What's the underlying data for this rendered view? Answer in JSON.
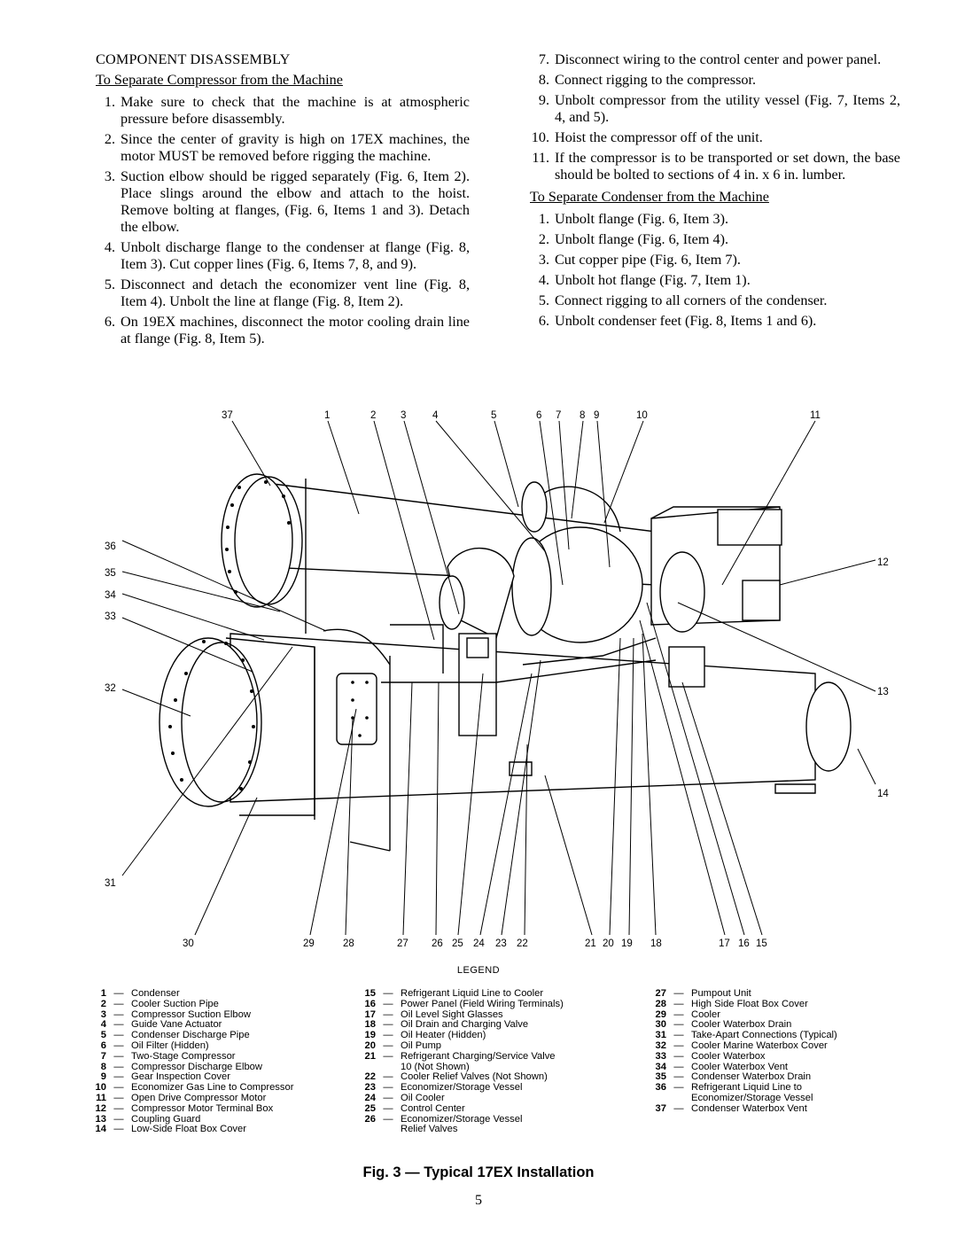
{
  "left": {
    "heading": "COMPONENT DISASSEMBLY",
    "subheading": "To Separate Compressor from the Machine",
    "steps": [
      {
        "num": "1.",
        "text": "Make sure to check that the machine is at atmospheric pressure before disassembly."
      },
      {
        "num": "2.",
        "text": "Since the center of gravity is high on 17EX machines, the motor MUST be removed before rigging the machine."
      },
      {
        "num": "3.",
        "text": "Suction elbow should be rigged separately (Fig. 6, Item 2). Place slings around the elbow and attach to the hoist. Remove bolting at flanges, (Fig. 6, Items 1 and 3). Detach the elbow."
      },
      {
        "num": "4.",
        "text": "Unbolt discharge flange to the condenser at flange (Fig. 8, Item 3). Cut copper lines (Fig. 6, Items 7, 8, and 9)."
      },
      {
        "num": "5.",
        "text": "Disconnect and detach the economizer vent line (Fig. 8, Item 4). Unbolt the line at flange (Fig. 8, Item 2)."
      },
      {
        "num": "6.",
        "text": "On 19EX machines, disconnect the motor cooling drain line at flange (Fig. 8, Item 5)."
      }
    ]
  },
  "right": {
    "steps_a": [
      {
        "num": "7.",
        "text": "Disconnect wiring to the control center and power panel."
      },
      {
        "num": "8.",
        "text": "Connect rigging to the compressor."
      },
      {
        "num": "9.",
        "text": "Unbolt compressor from the utility vessel (Fig. 7, Items 2, 4, and 5)."
      },
      {
        "num": "10.",
        "text": "Hoist the compressor off of the unit."
      },
      {
        "num": "11.",
        "text": "If the compressor is to be transported or set down, the base should be bolted to sections of 4 in. x 6 in. lumber."
      }
    ],
    "subheading": "To Separate Condenser from the Machine",
    "steps_b": [
      {
        "num": "1.",
        "text": "Unbolt flange (Fig. 6, Item 3)."
      },
      {
        "num": "2.",
        "text": "Unbolt flange (Fig. 6, Item 4)."
      },
      {
        "num": "3.",
        "text": "Cut copper pipe (Fig. 6, Item 7)."
      },
      {
        "num": "4.",
        "text": "Unbolt hot flange (Fig. 7, Item 1)."
      },
      {
        "num": "5.",
        "text": "Connect rigging to all corners of the condenser."
      },
      {
        "num": "6.",
        "text": "Unbolt condenser feet (Fig. 8, Items 1 and 6)."
      }
    ]
  },
  "figure": {
    "callouts": [
      "37",
      "1",
      "2",
      "3",
      "4",
      "5",
      "6",
      "7",
      "8",
      "9",
      "10",
      "11",
      "36",
      "35",
      "34",
      "33",
      "12",
      "32",
      "13",
      "14",
      "31",
      "30",
      "29",
      "28",
      "27",
      "26",
      "25",
      "24",
      "23",
      "22",
      "21",
      "20",
      "19",
      "18",
      "17",
      "16",
      "15"
    ]
  },
  "legend": {
    "title": "LEGEND",
    "dash": "—",
    "col1": [
      {
        "num": "1",
        "text": "Condenser"
      },
      {
        "num": "2",
        "text": "Cooler Suction Pipe"
      },
      {
        "num": "3",
        "text": "Compressor Suction Elbow"
      },
      {
        "num": "4",
        "text": "Guide Vane Actuator"
      },
      {
        "num": "5",
        "text": "Condenser Discharge Pipe"
      },
      {
        "num": "6",
        "text": "Oil Filter (Hidden)"
      },
      {
        "num": "7",
        "text": "Two-Stage Compressor"
      },
      {
        "num": "8",
        "text": "Compressor Discharge Elbow"
      },
      {
        "num": "9",
        "text": "Gear Inspection Cover"
      },
      {
        "num": "10",
        "text": "Economizer Gas Line to Compressor"
      },
      {
        "num": "11",
        "text": "Open Drive Compressor Motor"
      },
      {
        "num": "12",
        "text": "Compressor Motor Terminal Box"
      },
      {
        "num": "13",
        "text": "Coupling Guard"
      },
      {
        "num": "14",
        "text": "Low-Side Float Box Cover"
      }
    ],
    "col2": [
      {
        "num": "15",
        "text": "Refrigerant Liquid Line to Cooler"
      },
      {
        "num": "16",
        "text": "Power Panel (Field Wiring Terminals)"
      },
      {
        "num": "17",
        "text": "Oil Level Sight Glasses"
      },
      {
        "num": "18",
        "text": "Oil Drain and Charging Valve"
      },
      {
        "num": "19",
        "text": "Oil Heater (Hidden)"
      },
      {
        "num": "20",
        "text": "Oil Pump"
      },
      {
        "num": "21",
        "text": "Refrigerant Charging/Service Valve"
      },
      {
        "num": "",
        "text": "10 (Not Shown)"
      },
      {
        "num": "22",
        "text": "Cooler Relief Valves (Not Shown)"
      },
      {
        "num": "23",
        "text": "Economizer/Storage Vessel"
      },
      {
        "num": "24",
        "text": "Oil Cooler"
      },
      {
        "num": "25",
        "text": "Control Center"
      },
      {
        "num": "26",
        "text": "Economizer/Storage Vessel"
      },
      {
        "num": "",
        "text": "Relief Valves"
      }
    ],
    "col3": [
      {
        "num": "27",
        "text": "Pumpout Unit"
      },
      {
        "num": "28",
        "text": "High Side Float Box Cover"
      },
      {
        "num": "29",
        "text": "Cooler"
      },
      {
        "num": "30",
        "text": "Cooler Waterbox Drain"
      },
      {
        "num": "31",
        "text": "Take-Apart Connections (Typical)"
      },
      {
        "num": "32",
        "text": "Cooler Marine Waterbox Cover"
      },
      {
        "num": "33",
        "text": "Cooler Waterbox"
      },
      {
        "num": "34",
        "text": "Cooler Waterbox Vent"
      },
      {
        "num": "35",
        "text": "Condenser Waterbox Drain"
      },
      {
        "num": "36",
        "text": "Refrigerant Liquid Line to"
      },
      {
        "num": "",
        "text": "Economizer/Storage Vessel"
      },
      {
        "num": "37",
        "text": "Condenser Waterbox Vent"
      }
    ]
  },
  "caption": "Fig. 3 — Typical 17EX Installation",
  "page_number": "5"
}
